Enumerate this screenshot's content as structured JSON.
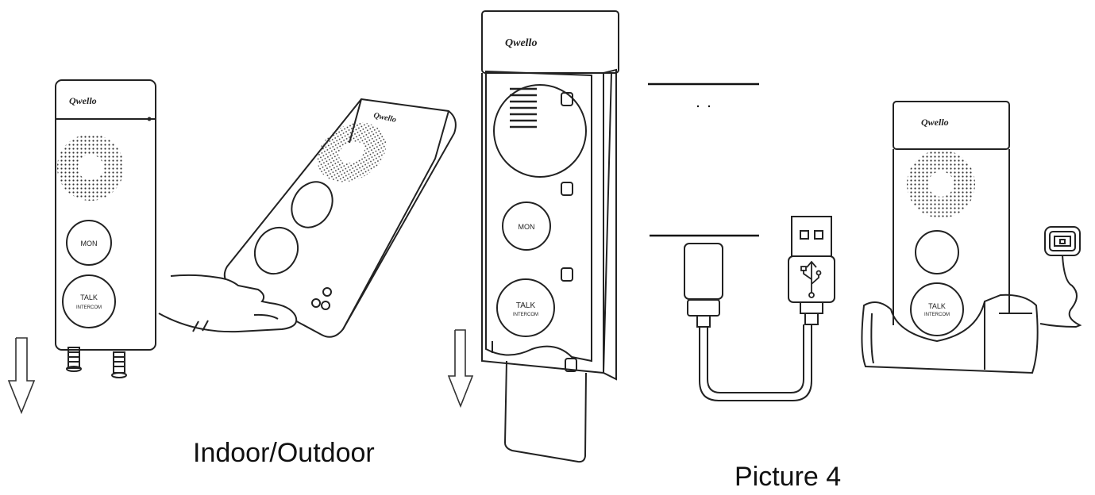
{
  "brand": "Qwello",
  "buttons": {
    "talk": "TALK",
    "talk_sub": "INTERCOM",
    "mon": "MON"
  },
  "captions": {
    "indoor_outdoor": "Indoor/Outdoor",
    "picture": "Picture 4"
  },
  "icons": [
    "down-arrow-icon",
    "usb-icon",
    "power-outlet-icon",
    "speaker-grille-icon",
    "finger-press-icon"
  ]
}
